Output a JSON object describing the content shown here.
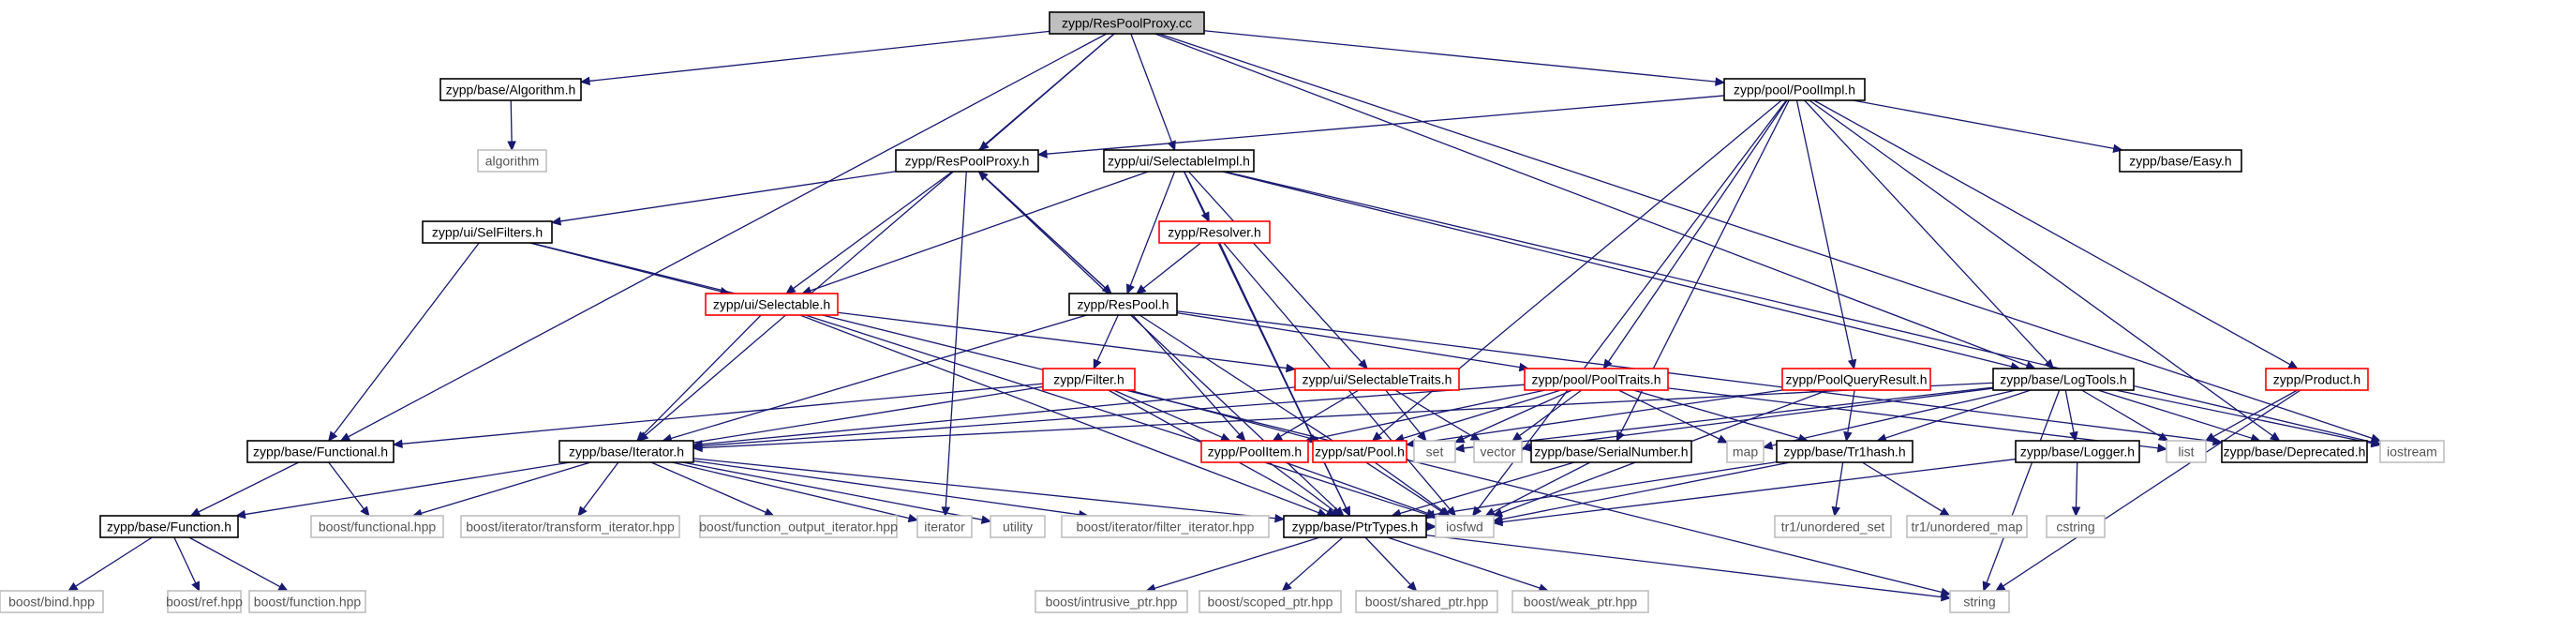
{
  "nodes": [
    {
      "id": "root",
      "label": "zypp/ResPoolProxy.cc",
      "kind": "root"
    },
    {
      "id": "algo_h",
      "label": "zypp/base/Algorithm.h",
      "kind": "documented"
    },
    {
      "id": "algorithm",
      "label": "algorithm",
      "kind": "external"
    },
    {
      "id": "poolimpl",
      "label": "zypp/pool/PoolImpl.h",
      "kind": "documented"
    },
    {
      "id": "respoolproxy_h",
      "label": "zypp/ResPoolProxy.h",
      "kind": "documented"
    },
    {
      "id": "selectableimpl",
      "label": "zypp/ui/SelectableImpl.h",
      "kind": "documented"
    },
    {
      "id": "easy",
      "label": "zypp/base/Easy.h",
      "kind": "documented"
    },
    {
      "id": "selfilters",
      "label": "zypp/ui/SelFilters.h",
      "kind": "documented"
    },
    {
      "id": "resolver",
      "label": "zypp/Resolver.h",
      "kind": "truncated"
    },
    {
      "id": "selectable",
      "label": "zypp/ui/Selectable.h",
      "kind": "truncated"
    },
    {
      "id": "respool",
      "label": "zypp/ResPool.h",
      "kind": "documented"
    },
    {
      "id": "product",
      "label": "zypp/Product.h",
      "kind": "truncated"
    },
    {
      "id": "filter",
      "label": "zypp/Filter.h",
      "kind": "truncated"
    },
    {
      "id": "seltraits",
      "label": "zypp/ui/SelectableTraits.h",
      "kind": "truncated"
    },
    {
      "id": "pooltraits",
      "label": "zypp/pool/PoolTraits.h",
      "kind": "truncated"
    },
    {
      "id": "poolqueryresult",
      "label": "zypp/PoolQueryResult.h",
      "kind": "truncated"
    },
    {
      "id": "logtools",
      "label": "zypp/base/LogTools.h",
      "kind": "documented"
    },
    {
      "id": "functional_h",
      "label": "zypp/base/Functional.h",
      "kind": "documented"
    },
    {
      "id": "iterator_h",
      "label": "zypp/base/Iterator.h",
      "kind": "documented"
    },
    {
      "id": "poolitem",
      "label": "zypp/PoolItem.h",
      "kind": "truncated"
    },
    {
      "id": "satpool",
      "label": "zypp/sat/Pool.h",
      "kind": "truncated"
    },
    {
      "id": "set",
      "label": "set",
      "kind": "external"
    },
    {
      "id": "vector",
      "label": "vector",
      "kind": "external"
    },
    {
      "id": "serialnumber",
      "label": "zypp/base/SerialNumber.h",
      "kind": "documented"
    },
    {
      "id": "map",
      "label": "map",
      "kind": "external"
    },
    {
      "id": "tr1hash",
      "label": "zypp/base/Tr1hash.h",
      "kind": "documented"
    },
    {
      "id": "logger",
      "label": "zypp/base/Logger.h",
      "kind": "documented"
    },
    {
      "id": "list",
      "label": "list",
      "kind": "external"
    },
    {
      "id": "deprecated",
      "label": "zypp/base/Deprecated.h",
      "kind": "documented"
    },
    {
      "id": "iostream",
      "label": "iostream",
      "kind": "external"
    },
    {
      "id": "function_h",
      "label": "zypp/base/Function.h",
      "kind": "documented"
    },
    {
      "id": "boost_functional",
      "label": "boost/functional.hpp",
      "kind": "external"
    },
    {
      "id": "boost_transform",
      "label": "boost/iterator/transform_iterator.hpp",
      "kind": "external"
    },
    {
      "id": "boost_function_output",
      "label": "boost/function_output_iterator.hpp",
      "kind": "external"
    },
    {
      "id": "iterator",
      "label": "iterator",
      "kind": "external"
    },
    {
      "id": "utility",
      "label": "utility",
      "kind": "external"
    },
    {
      "id": "boost_filter",
      "label": "boost/iterator/filter_iterator.hpp",
      "kind": "external"
    },
    {
      "id": "ptrtypes",
      "label": "zypp/base/PtrTypes.h",
      "kind": "documented"
    },
    {
      "id": "iosfwd",
      "label": "iosfwd",
      "kind": "external"
    },
    {
      "id": "tr1_uset",
      "label": "tr1/unordered_set",
      "kind": "external"
    },
    {
      "id": "tr1_umap",
      "label": "tr1/unordered_map",
      "kind": "external"
    },
    {
      "id": "cstring",
      "label": "cstring",
      "kind": "external"
    },
    {
      "id": "boost_bind",
      "label": "boost/bind.hpp",
      "kind": "external"
    },
    {
      "id": "boost_ref",
      "label": "boost/ref.hpp",
      "kind": "external"
    },
    {
      "id": "boost_function",
      "label": "boost/function.hpp",
      "kind": "external"
    },
    {
      "id": "boost_intrusive",
      "label": "boost/intrusive_ptr.hpp",
      "kind": "external"
    },
    {
      "id": "boost_scoped",
      "label": "boost/scoped_ptr.hpp",
      "kind": "external"
    },
    {
      "id": "boost_shared",
      "label": "boost/shared_ptr.hpp",
      "kind": "external"
    },
    {
      "id": "boost_weak",
      "label": "boost/weak_ptr.hpp",
      "kind": "external"
    },
    {
      "id": "string",
      "label": "string",
      "kind": "external"
    }
  ],
  "edges": [
    [
      "root",
      "algo_h"
    ],
    [
      "root",
      "poolimpl"
    ],
    [
      "root",
      "respoolproxy_h"
    ],
    [
      "root",
      "selectableimpl"
    ],
    [
      "root",
      "functional_h"
    ],
    [
      "root",
      "iterator_h"
    ],
    [
      "root",
      "logtools"
    ],
    [
      "root",
      "iostream"
    ],
    [
      "algo_h",
      "algorithm"
    ],
    [
      "poolimpl",
      "respoolproxy_h"
    ],
    [
      "poolimpl",
      "easy"
    ],
    [
      "poolimpl",
      "product"
    ],
    [
      "poolimpl",
      "pooltraits"
    ],
    [
      "poolimpl",
      "poolqueryresult"
    ],
    [
      "poolimpl",
      "logtools"
    ],
    [
      "poolimpl",
      "serialnumber"
    ],
    [
      "poolimpl",
      "deprecated"
    ],
    [
      "poolimpl",
      "iosfwd"
    ],
    [
      "poolimpl",
      "satpool"
    ],
    [
      "respoolproxy_h",
      "selfilters"
    ],
    [
      "respoolproxy_h",
      "selectable"
    ],
    [
      "respoolproxy_h",
      "respool"
    ],
    [
      "respoolproxy_h",
      "ptrtypes"
    ],
    [
      "respoolproxy_h",
      "iterator"
    ],
    [
      "selectableimpl",
      "resolver"
    ],
    [
      "selectableimpl",
      "selectable"
    ],
    [
      "selectableimpl",
      "respool"
    ],
    [
      "selectableimpl",
      "seltraits"
    ],
    [
      "selectableimpl",
      "logtools"
    ],
    [
      "selectableimpl",
      "iostream"
    ],
    [
      "selectableimpl",
      "ptrtypes"
    ],
    [
      "selfilters",
      "selectable"
    ],
    [
      "selfilters",
      "functional_h"
    ],
    [
      "selfilters",
      "string"
    ],
    [
      "resolver",
      "respool"
    ],
    [
      "resolver",
      "iosfwd"
    ],
    [
      "resolver",
      "ptrtypes"
    ],
    [
      "selectable",
      "seltraits"
    ],
    [
      "selectable",
      "iterator_h"
    ],
    [
      "selectable",
      "ptrtypes"
    ],
    [
      "selectable",
      "iosfwd"
    ],
    [
      "respool",
      "respoolproxy_h"
    ],
    [
      "respool",
      "filter"
    ],
    [
      "respool",
      "pooltraits"
    ],
    [
      "respool",
      "poolitem"
    ],
    [
      "respool",
      "iterator_h"
    ],
    [
      "respool",
      "deprecated"
    ],
    [
      "respool",
      "iosfwd"
    ],
    [
      "product",
      "list"
    ],
    [
      "product",
      "string"
    ],
    [
      "filter",
      "poolitem"
    ],
    [
      "filter",
      "satpool"
    ],
    [
      "filter",
      "functional_h"
    ],
    [
      "filter",
      "function_h"
    ],
    [
      "filter",
      "ptrtypes"
    ],
    [
      "seltraits",
      "poolitem"
    ],
    [
      "seltraits",
      "iterator_h"
    ],
    [
      "seltraits",
      "set"
    ],
    [
      "seltraits",
      "vector"
    ],
    [
      "pooltraits",
      "poolitem"
    ],
    [
      "pooltraits",
      "satpool"
    ],
    [
      "pooltraits",
      "iterator_h"
    ],
    [
      "pooltraits",
      "set"
    ],
    [
      "pooltraits",
      "vector"
    ],
    [
      "pooltraits",
      "map"
    ],
    [
      "pooltraits",
      "list"
    ],
    [
      "pooltraits",
      "tr1hash"
    ],
    [
      "poolqueryresult",
      "satpool"
    ],
    [
      "poolqueryresult",
      "tr1hash"
    ],
    [
      "poolqueryresult",
      "iosfwd"
    ],
    [
      "logtools",
      "iostream"
    ],
    [
      "logtools",
      "list"
    ],
    [
      "logtools",
      "map"
    ],
    [
      "logtools",
      "set"
    ],
    [
      "logtools",
      "vector"
    ],
    [
      "logtools",
      "tr1hash"
    ],
    [
      "logtools",
      "logger"
    ],
    [
      "logtools",
      "deprecated"
    ],
    [
      "logtools",
      "iterator_h"
    ],
    [
      "logtools",
      "string"
    ],
    [
      "functional_h",
      "boost_functional"
    ],
    [
      "functional_h",
      "function_h"
    ],
    [
      "iterator_h",
      "boost_functional"
    ],
    [
      "iterator_h",
      "boost_transform"
    ],
    [
      "iterator_h",
      "boost_function_output"
    ],
    [
      "iterator_h",
      "iterator"
    ],
    [
      "iterator_h",
      "utility"
    ],
    [
      "iterator_h",
      "boost_filter"
    ],
    [
      "iterator_h",
      "ptrtypes"
    ],
    [
      "poolitem",
      "ptrtypes"
    ],
    [
      "poolitem",
      "iosfwd"
    ],
    [
      "satpool",
      "iosfwd"
    ],
    [
      "serialnumber",
      "ptrtypes"
    ],
    [
      "serialnumber",
      "iosfwd"
    ],
    [
      "tr1hash",
      "tr1_uset"
    ],
    [
      "tr1hash",
      "tr1_umap"
    ],
    [
      "tr1hash",
      "ptrtypes"
    ],
    [
      "tr1hash",
      "iosfwd"
    ],
    [
      "logger",
      "cstring"
    ],
    [
      "logger",
      "iosfwd"
    ],
    [
      "function_h",
      "boost_bind"
    ],
    [
      "function_h",
      "boost_ref"
    ],
    [
      "function_h",
      "boost_function"
    ],
    [
      "ptrtypes",
      "boost_intrusive"
    ],
    [
      "ptrtypes",
      "boost_scoped"
    ],
    [
      "ptrtypes",
      "boost_shared"
    ],
    [
      "ptrtypes",
      "boost_weak"
    ],
    [
      "ptrtypes",
      "string"
    ],
    [
      "ptrtypes",
      "iosfwd"
    ]
  ]
}
